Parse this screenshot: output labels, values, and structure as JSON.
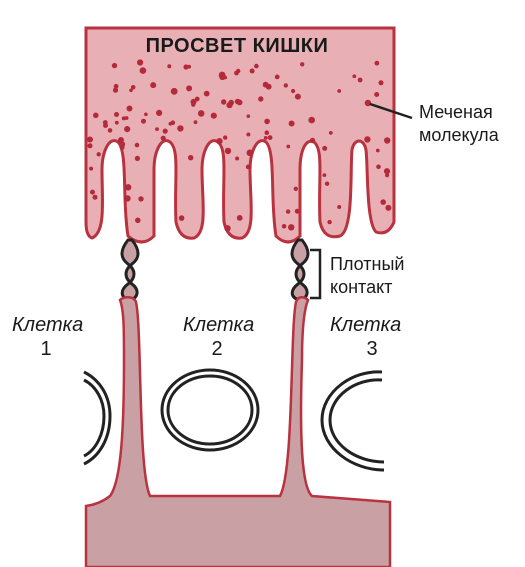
{
  "labels": {
    "lumen": "ПРОСВЕТ КИШКИ",
    "molecule_line1": "Меченая",
    "molecule_line2": "молекула",
    "junction_line1": "Плотный",
    "junction_line2": "контакт",
    "cell1_name": "Клетка",
    "cell1_num": "1",
    "cell2_name": "Клетка",
    "cell2_num": "2",
    "cell3_name": "Клетка",
    "cell3_num": "3"
  },
  "colors": {
    "lumen_fill": "#e8b0b4",
    "membrane": "#b8323f",
    "dot": "#b42a3a",
    "interstitial_fill": "#c9a1a4",
    "nucleus_stroke": "#222222",
    "text": "#1a1a1a"
  }
}
